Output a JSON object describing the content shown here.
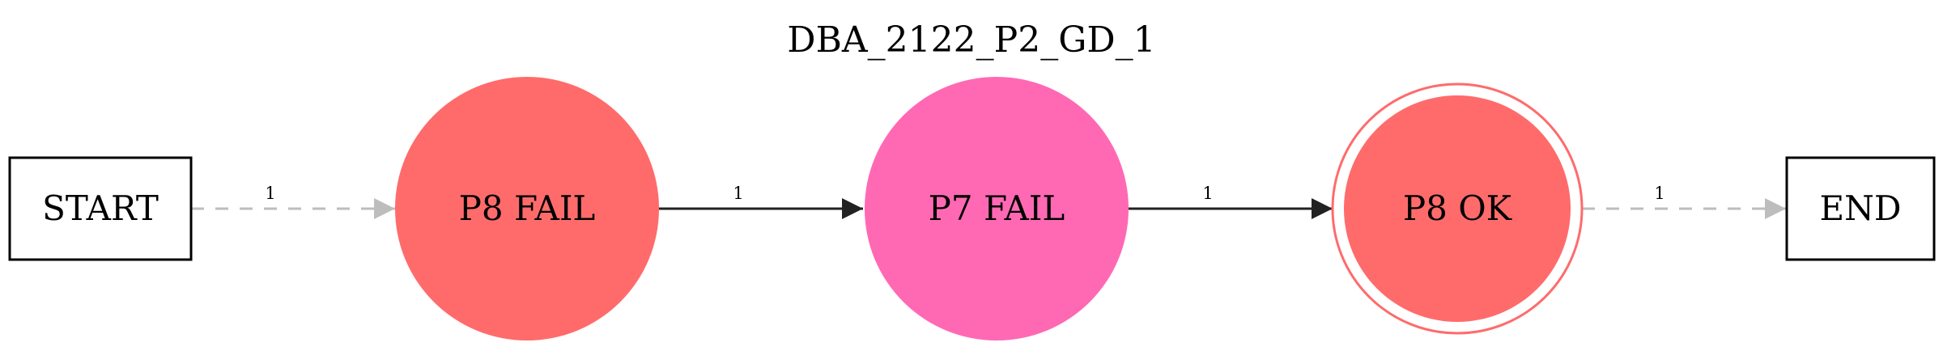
{
  "title": "DBA_2122_P2_GD_1",
  "colors": {
    "fail_p8": "#ff6b6b",
    "fail_p7": "#ff69b4",
    "ok_p8": "#ff6b6b",
    "edge_solid": "#222222",
    "edge_dashed": "#bdbdbd",
    "box_stroke": "#000000"
  },
  "nodes": {
    "start": {
      "label": "START"
    },
    "p8_fail": {
      "label": "P8 FAIL"
    },
    "p7_fail": {
      "label": "P7 FAIL"
    },
    "p8_ok": {
      "label": "P8 OK"
    },
    "end": {
      "label": "END"
    }
  },
  "edges": {
    "start_to_p8_fail": {
      "label": "1"
    },
    "p8_fail_to_p7_fail": {
      "label": "1"
    },
    "p7_fail_to_p8_ok": {
      "label": "1"
    },
    "p8_ok_to_end": {
      "label": "1"
    }
  }
}
